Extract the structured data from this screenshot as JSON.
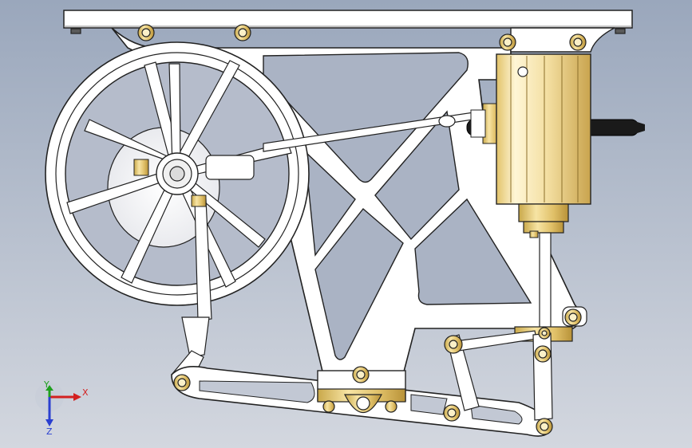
{
  "viewport": {
    "background_top": "#9aa7bc",
    "background_bottom": "#d3d7df"
  },
  "model": {
    "part_fill": "#ffffff",
    "edge_color": "#222222",
    "brass_color": "#e6c870",
    "rod_color": "#1a1a1a",
    "components": [
      "frame-plate",
      "flywheel",
      "crank-hub",
      "connecting-rod",
      "cylinder",
      "piston-rod",
      "lower-lever",
      "walking-beam-link",
      "bolts"
    ]
  },
  "triad": {
    "x_label": "X",
    "y_label": "Y",
    "z_label": "Z",
    "x_color": "#d32020",
    "y_color": "#1fa01f",
    "z_color": "#2a3fd0"
  }
}
